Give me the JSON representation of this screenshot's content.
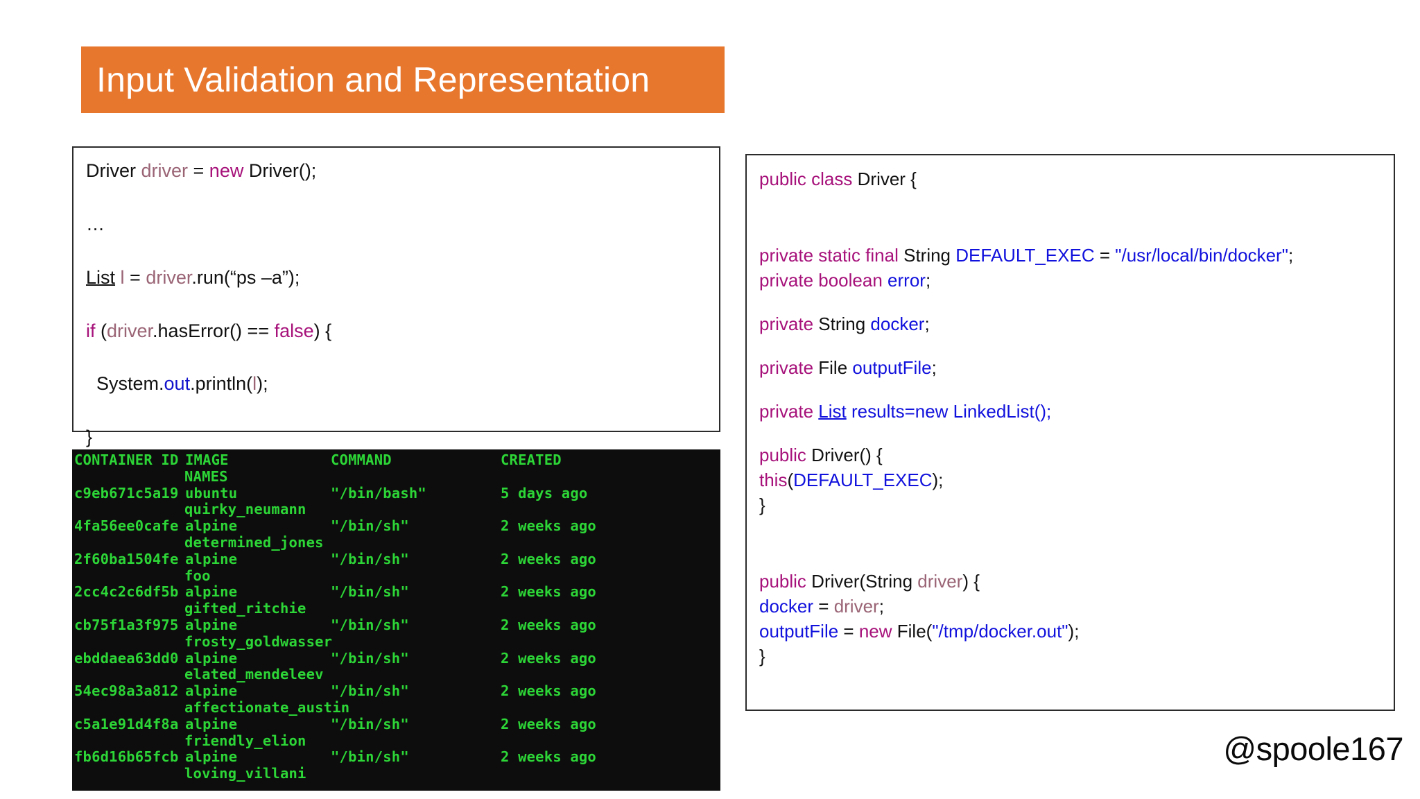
{
  "slide": {
    "title": "Input Validation and Representation",
    "banner_color": "#E8772E",
    "handle": "@spoole167"
  },
  "left_code": {
    "lines": [
      {
        "id": "line-1",
        "tokens": [
          {
            "t": "Driver ",
            "c": "black"
          },
          {
            "t": "driver",
            "c": "mauve"
          },
          {
            "t": " = ",
            "c": "black"
          },
          {
            "t": "new",
            "c": "magenta"
          },
          {
            "t": " Driver();",
            "c": "black"
          }
        ]
      },
      {
        "id": "line-2",
        "tokens": [
          {
            "t": "…",
            "c": "black"
          }
        ]
      },
      {
        "id": "line-3",
        "tokens": [
          {
            "t": "List",
            "c": "black-underline"
          },
          {
            "t": " ",
            "c": "black"
          },
          {
            "t": "l",
            "c": "mauve"
          },
          {
            "t": " = ",
            "c": "black"
          },
          {
            "t": "driver",
            "c": "mauve"
          },
          {
            "t": ".run(“ps –a”);",
            "c": "black"
          }
        ]
      },
      {
        "id": "line-4",
        "tokens": [
          {
            "t": "if",
            "c": "magenta"
          },
          {
            "t": " (",
            "c": "black"
          },
          {
            "t": "driver",
            "c": "mauve"
          },
          {
            "t": ".hasError() == ",
            "c": "black"
          },
          {
            "t": "false",
            "c": "magenta"
          },
          {
            "t": ") {",
            "c": "black"
          }
        ]
      },
      {
        "id": "line-5",
        "tokens": [
          {
            "t": "  System.",
            "c": "black"
          },
          {
            "t": "out",
            "c": "blue"
          },
          {
            "t": ".println(",
            "c": "black"
          },
          {
            "t": "l",
            "c": "mauve"
          },
          {
            "t": ");",
            "c": "black"
          }
        ]
      },
      {
        "id": "line-6",
        "tokens": [
          {
            "t": "}",
            "c": "black"
          }
        ]
      }
    ]
  },
  "terminal": {
    "headers": {
      "container_id": "CONTAINER ID",
      "image": "IMAGE",
      "command": "COMMAND",
      "created": "CREATED",
      "names": "NAMES"
    },
    "rows": [
      {
        "container_id": "c9eb671c5a19",
        "image": "ubuntu",
        "command": "\"/bin/bash\"",
        "created": "5 days ago",
        "names": "quirky_neumann"
      },
      {
        "container_id": "4fa56ee0cafe",
        "image": "alpine",
        "command": "\"/bin/sh\"",
        "created": "2 weeks ago",
        "names": "determined_jones"
      },
      {
        "container_id": "2f60ba1504fe",
        "image": "alpine",
        "command": "\"/bin/sh\"",
        "created": "2 weeks ago",
        "names": "foo"
      },
      {
        "container_id": "2cc4c2c6df5b",
        "image": "alpine",
        "command": "\"/bin/sh\"",
        "created": "2 weeks ago",
        "names": "gifted_ritchie"
      },
      {
        "container_id": "cb75f1a3f975",
        "image": "alpine",
        "command": "\"/bin/sh\"",
        "created": "2 weeks ago",
        "names": "frosty_goldwasser"
      },
      {
        "container_id": "ebddaea63dd0",
        "image": "alpine",
        "command": "\"/bin/sh\"",
        "created": "2 weeks ago",
        "names": "elated_mendeleev"
      },
      {
        "container_id": "54ec98a3a812",
        "image": "alpine",
        "command": "\"/bin/sh\"",
        "created": "2 weeks ago",
        "names": "affectionate_austin"
      },
      {
        "container_id": "c5a1e91d4f8a",
        "image": "alpine",
        "command": "\"/bin/sh\"",
        "created": "2 weeks ago",
        "names": "friendly_elion"
      },
      {
        "container_id": "fb6d16b65fcb",
        "image": "alpine",
        "command": "\"/bin/sh\"",
        "created": "2 weeks ago",
        "names": "loving_villani"
      }
    ]
  },
  "right_code": {
    "lines": [
      {
        "id": "r-1",
        "gap_after": "xl",
        "tokens": [
          {
            "t": "public class",
            "c": "keyword"
          },
          {
            "t": " Driver {",
            "c": "type"
          }
        ]
      },
      {
        "id": "r-2",
        "gap_after": "none",
        "tokens": [
          {
            "t": "private static final",
            "c": "keyword"
          },
          {
            "t": " String ",
            "c": "type"
          },
          {
            "t": "DEFAULT_EXEC",
            "c": "ident"
          },
          {
            "t": " = ",
            "c": "type"
          },
          {
            "t": "\"/usr/local/bin/docker\"",
            "c": "string"
          },
          {
            "t": ";",
            "c": "type"
          }
        ]
      },
      {
        "id": "r-3",
        "gap_after": "md",
        "tokens": [
          {
            "t": "private boolean",
            "c": "keyword"
          },
          {
            "t": " ",
            "c": "type"
          },
          {
            "t": "error",
            "c": "ident"
          },
          {
            "t": ";",
            "c": "type"
          }
        ]
      },
      {
        "id": "r-4",
        "gap_after": "md",
        "tokens": [
          {
            "t": "private",
            "c": "keyword"
          },
          {
            "t": " String ",
            "c": "type"
          },
          {
            "t": "docker",
            "c": "ident"
          },
          {
            "t": ";",
            "c": "type"
          }
        ]
      },
      {
        "id": "r-5",
        "gap_after": "md",
        "tokens": [
          {
            "t": "private",
            "c": "keyword"
          },
          {
            "t": " File ",
            "c": "type"
          },
          {
            "t": "outputFile",
            "c": "ident"
          },
          {
            "t": ";",
            "c": "type"
          }
        ]
      },
      {
        "id": "r-6",
        "gap_after": "md",
        "tokens": [
          {
            "t": "private",
            "c": "keyword"
          },
          {
            "t": " ",
            "c": "type"
          },
          {
            "t": "List",
            "c": "ident-underline"
          },
          {
            "t": " ",
            "c": "type"
          },
          {
            "t": "results=new LinkedList();",
            "c": "ident"
          }
        ]
      },
      {
        "id": "r-7",
        "gap_after": "none",
        "tokens": [
          {
            "t": "public",
            "c": "keyword"
          },
          {
            "t": " Driver() {",
            "c": "type"
          }
        ]
      },
      {
        "id": "r-8",
        "gap_after": "none",
        "tokens": [
          {
            "t": "this",
            "c": "keyword"
          },
          {
            "t": "(",
            "c": "type"
          },
          {
            "t": "DEFAULT_EXEC",
            "c": "ident"
          },
          {
            "t": ");",
            "c": "type"
          }
        ]
      },
      {
        "id": "r-9",
        "gap_after": "xl",
        "tokens": [
          {
            "t": "}",
            "c": "type"
          }
        ]
      },
      {
        "id": "r-10",
        "gap_after": "none",
        "tokens": [
          {
            "t": "public",
            "c": "keyword"
          },
          {
            "t": " Driver(String ",
            "c": "type"
          },
          {
            "t": "driver",
            "c": "param"
          },
          {
            "t": ") {",
            "c": "type"
          }
        ]
      },
      {
        "id": "r-11",
        "gap_after": "none",
        "tokens": [
          {
            "t": "docker",
            "c": "ident"
          },
          {
            "t": " = ",
            "c": "type"
          },
          {
            "t": "driver",
            "c": "param"
          },
          {
            "t": ";",
            "c": "type"
          }
        ]
      },
      {
        "id": "r-12",
        "gap_after": "none",
        "tokens": [
          {
            "t": "outputFile",
            "c": "ident"
          },
          {
            "t": " = ",
            "c": "type"
          },
          {
            "t": "new",
            "c": "keyword"
          },
          {
            "t": " File(",
            "c": "type"
          },
          {
            "t": "\"/tmp/docker.out\"",
            "c": "string"
          },
          {
            "t": ");",
            "c": "type"
          }
        ]
      },
      {
        "id": "r-13",
        "gap_after": "none",
        "tokens": [
          {
            "t": "}",
            "c": "type"
          }
        ]
      }
    ]
  }
}
